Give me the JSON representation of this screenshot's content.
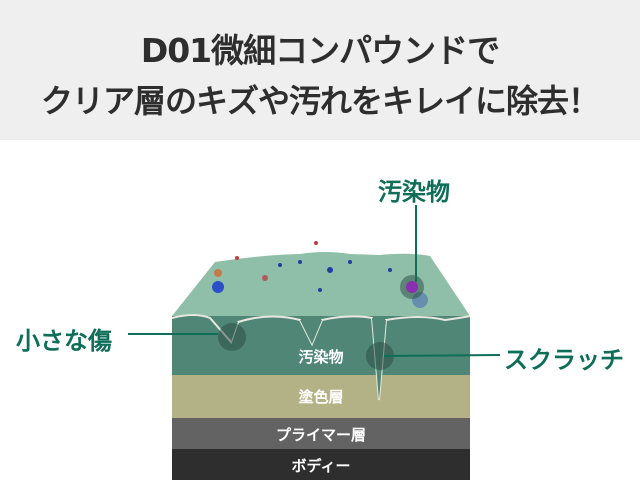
{
  "header": {
    "line1": "D01微細コンパウンドで",
    "line2": "クリア層のキズや汚れをキレイに除去！"
  },
  "callouts": {
    "contaminant": "汚染物",
    "small_scratch": "小さな傷",
    "scratch": "スクラッチ"
  },
  "layers": {
    "clear": "汚染物",
    "paint": "塗色層",
    "primer": "プライマー層",
    "body": "ボディー"
  },
  "colors": {
    "accent": "#0e6e58",
    "clear": "#4f8676",
    "paint": "#b3b287",
    "primer": "#636363",
    "body": "#2e2e2e"
  }
}
